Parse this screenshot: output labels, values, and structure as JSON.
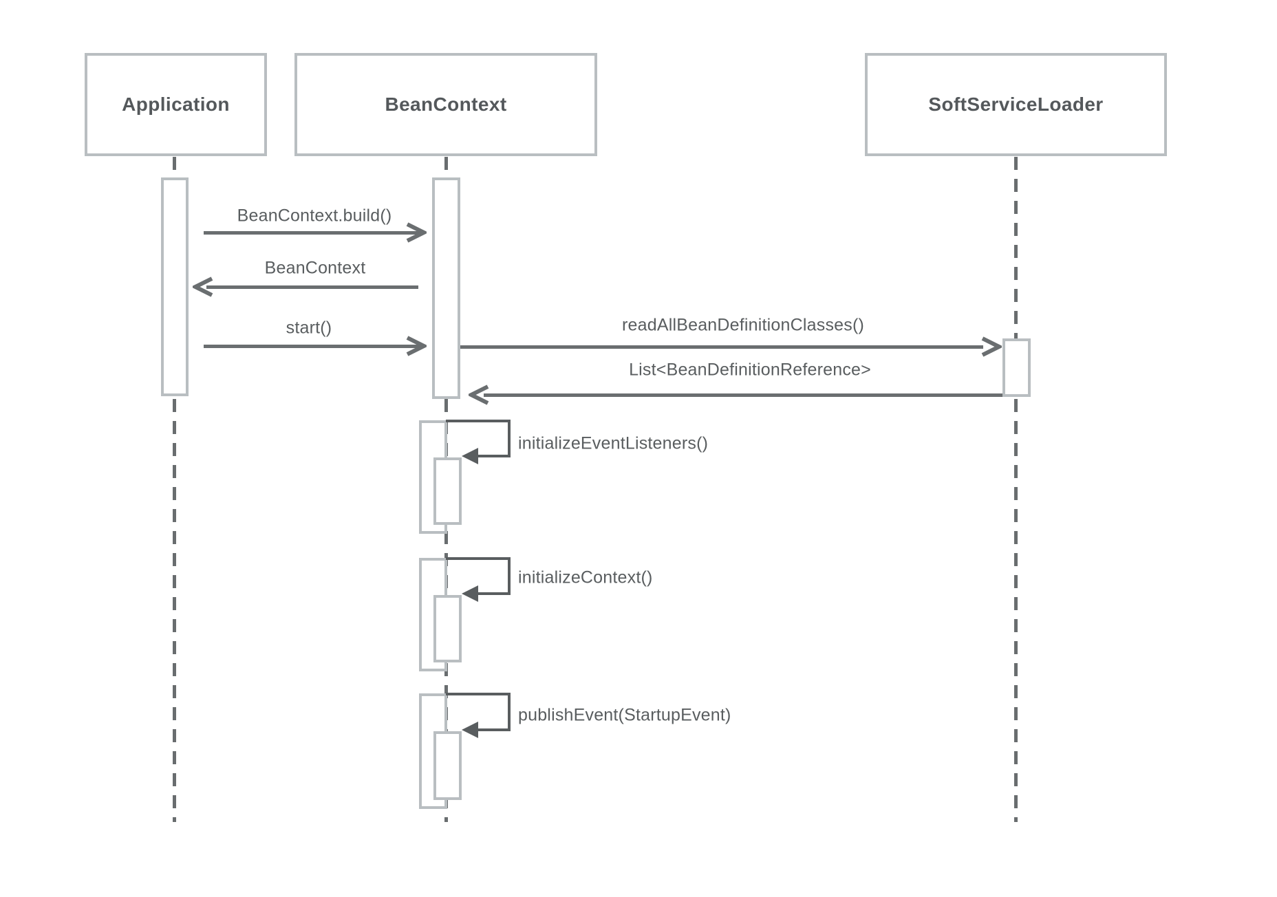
{
  "diagram": {
    "type": "uml-sequence",
    "actors": [
      {
        "id": "application",
        "name": "Application"
      },
      {
        "id": "beancontext",
        "name": "BeanContext"
      },
      {
        "id": "softserviceloader",
        "name": "SoftServiceLoader"
      }
    ],
    "messages": [
      {
        "label": "BeanContext.build()",
        "from": "Application",
        "to": "BeanContext",
        "kind": "call"
      },
      {
        "label": "BeanContext",
        "from": "BeanContext",
        "to": "Application",
        "kind": "return"
      },
      {
        "label": "start()",
        "from": "Application",
        "to": "BeanContext",
        "kind": "call"
      },
      {
        "label": "readAllBeanDefinitionClasses()",
        "from": "BeanContext",
        "to": "SoftServiceLoader",
        "kind": "call"
      },
      {
        "label": "List<BeanDefinitionReference>",
        "from": "SoftServiceLoader",
        "to": "BeanContext",
        "kind": "return"
      }
    ],
    "self_messages": [
      {
        "label": "initializeEventListeners()",
        "on": "BeanContext"
      },
      {
        "label": "initializeContext()",
        "on": "BeanContext"
      },
      {
        "label": "publishEvent(StartupEvent)",
        "on": "BeanContext"
      }
    ],
    "colors": {
      "background": "#ffffff",
      "box_border": "#b9bec1",
      "actor_text": "#54585b",
      "message_text": "#595d5f",
      "arrow": "#6a6e70",
      "self_arrow": "#595d5f",
      "lifeline": "#696d6f"
    }
  }
}
